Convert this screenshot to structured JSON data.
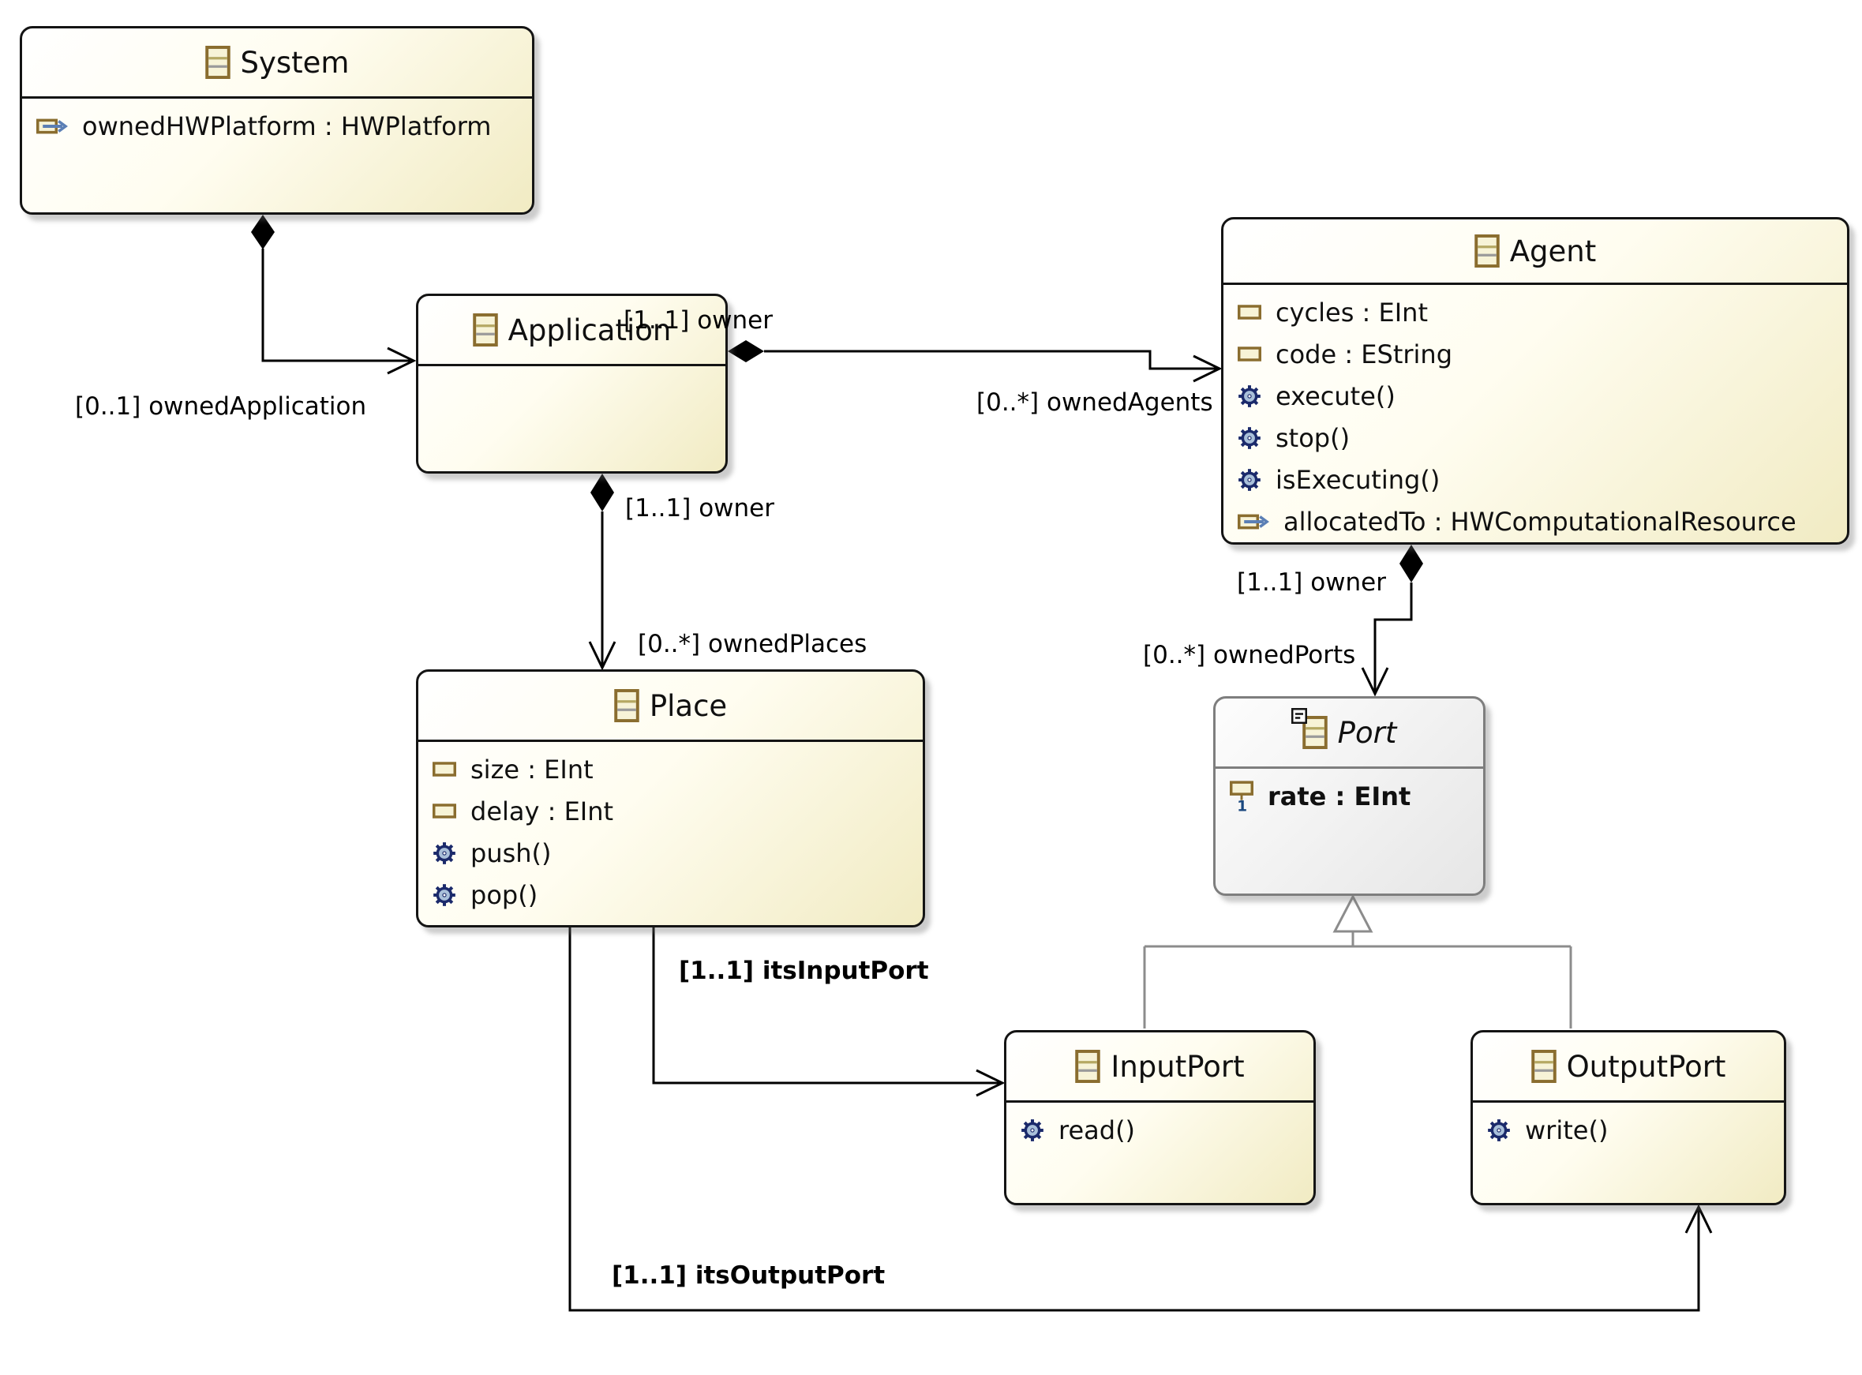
{
  "diagram_title": "Ecore class diagram",
  "colors": {
    "class_fill_light": "#fffdf0",
    "class_fill_dark": "#f1ebc3",
    "class_border": "#141414",
    "abstract_fill": "#e8e8e8",
    "abstract_border": "#7e7e7e",
    "icon_tan": "#8a6d2f",
    "icon_fill": "#f7f3d7",
    "gear_blue": "#1b2a6b",
    "gear_fill": "#a9c0da",
    "reference_arrow_blue": "#5b7fb5",
    "multiplicity_one_blue": "#19477f",
    "inheritance_gray": "#8c8c8c",
    "edge_black": "#000000"
  },
  "icons": {
    "class": "class-icon",
    "abstract_badge": "abstract-badge-icon",
    "attribute": "attribute-icon",
    "attribute_required": "attribute-required-icon",
    "operation": "operation-gear-icon",
    "reference": "reference-arrow-icon",
    "composition": "filled-diamond",
    "inheritance": "hollow-triangle-arrow"
  },
  "classes": {
    "system": {
      "title": "System",
      "members": [
        {
          "kind": "reference",
          "label": "ownedHWPlatform : HWPlatform"
        }
      ]
    },
    "application": {
      "title": "Application",
      "members": []
    },
    "agent": {
      "title": "Agent",
      "members": [
        {
          "kind": "attribute",
          "label": "cycles : EInt"
        },
        {
          "kind": "attribute",
          "label": "code : EString"
        },
        {
          "kind": "operation",
          "label": "execute()"
        },
        {
          "kind": "operation",
          "label": "stop()"
        },
        {
          "kind": "operation",
          "label": "isExecuting()"
        },
        {
          "kind": "reference",
          "label": "allocatedTo : HWComputationalResource"
        }
      ]
    },
    "place": {
      "title": "Place",
      "members": [
        {
          "kind": "attribute",
          "label": "size : EInt"
        },
        {
          "kind": "attribute",
          "label": "delay : EInt"
        },
        {
          "kind": "operation",
          "label": "push()"
        },
        {
          "kind": "operation",
          "label": "pop()"
        }
      ]
    },
    "port": {
      "title": "Port",
      "abstract": true,
      "members": [
        {
          "kind": "attribute_required",
          "label": "rate : EInt",
          "multiplicity": "1"
        }
      ]
    },
    "inputPort": {
      "title": "InputPort",
      "members": [
        {
          "kind": "operation",
          "label": "read()"
        }
      ]
    },
    "outputPort": {
      "title": "OutputPort",
      "members": [
        {
          "kind": "operation",
          "label": "write()"
        }
      ]
    }
  },
  "edges": {
    "ownedApplication": {
      "label": "[0..1] ownedApplication",
      "type": "composition",
      "from": "System",
      "to": "Application"
    },
    "ownerAppAgent": {
      "label": "[1..1] owner",
      "type": "composition",
      "from": "Application",
      "to": "Agent"
    },
    "ownedAgents": {
      "label": "[0..*] ownedAgents",
      "type": "composition",
      "from": "Application",
      "to": "Agent"
    },
    "ownerAppPlace": {
      "label": "[1..1] owner",
      "type": "composition",
      "from": "Application",
      "to": "Place"
    },
    "ownedPlaces": {
      "label": "[0..*] ownedPlaces",
      "type": "composition",
      "from": "Application",
      "to": "Place"
    },
    "ownerAgentPort": {
      "label": "[1..1] owner",
      "type": "composition",
      "from": "Agent",
      "to": "Port"
    },
    "ownedPorts": {
      "label": "[0..*] ownedPorts",
      "type": "composition",
      "from": "Agent",
      "to": "Port"
    },
    "itsInputPort": {
      "label": "[1..1] itsInputPort",
      "type": "reference",
      "from": "Place",
      "to": "InputPort"
    },
    "itsOutputPort": {
      "label": "[1..1] itsOutputPort",
      "type": "reference",
      "from": "Place",
      "to": "OutputPort"
    },
    "inputPortInheritance": {
      "label": "",
      "type": "generalization",
      "from": "InputPort",
      "to": "Port"
    },
    "outputPortInheritance": {
      "label": "",
      "type": "generalization",
      "from": "OutputPort",
      "to": "Port"
    }
  }
}
